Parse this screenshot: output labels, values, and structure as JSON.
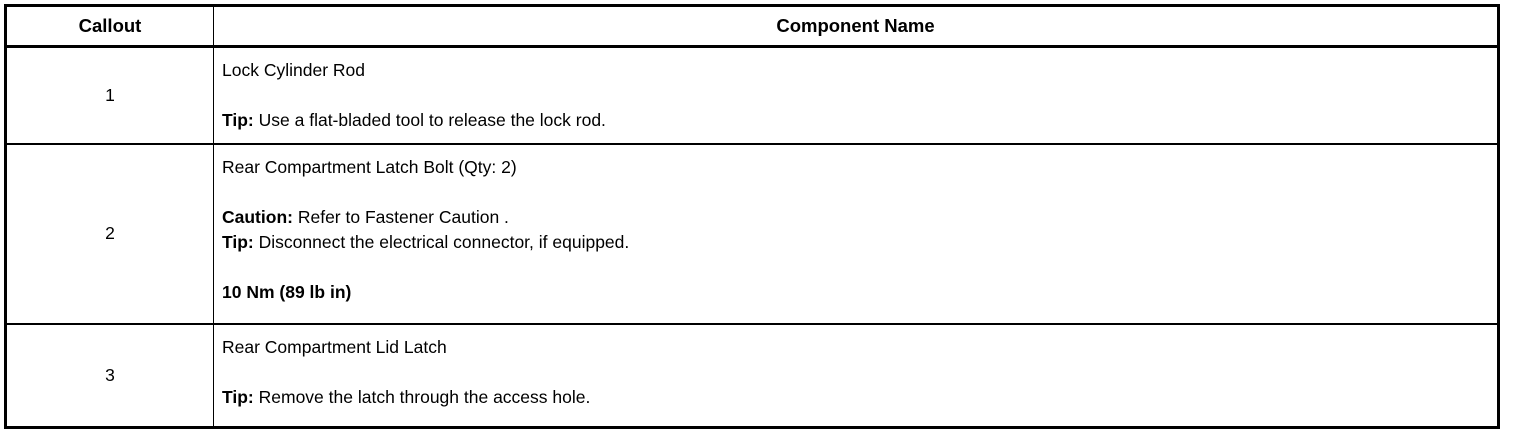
{
  "table": {
    "headers": {
      "callout": "Callout",
      "component_name": "Component Name"
    },
    "rows": [
      {
        "callout": "1",
        "title": "Lock Cylinder Rod",
        "notes": [
          {
            "label": "Tip:",
            "text": " Use a flat-bladed tool to release the lock rod."
          }
        ],
        "torque": ""
      },
      {
        "callout": "2",
        "title": "Rear Compartment Latch Bolt (Qty: 2)",
        "notes": [
          {
            "label": "Caution:",
            "text": " Refer to Fastener Caution ."
          },
          {
            "label": "Tip:",
            "text": " Disconnect the electrical connector, if equipped."
          }
        ],
        "torque": "10 Nm (89 lb in)"
      },
      {
        "callout": "3",
        "title": "Rear Compartment Lid Latch",
        "notes": [
          {
            "label": "Tip:",
            "text": " Remove the latch through the access hole."
          }
        ],
        "torque": ""
      }
    ]
  },
  "colors": {
    "border": "#000000",
    "text": "#000000",
    "background": "#ffffff"
  }
}
